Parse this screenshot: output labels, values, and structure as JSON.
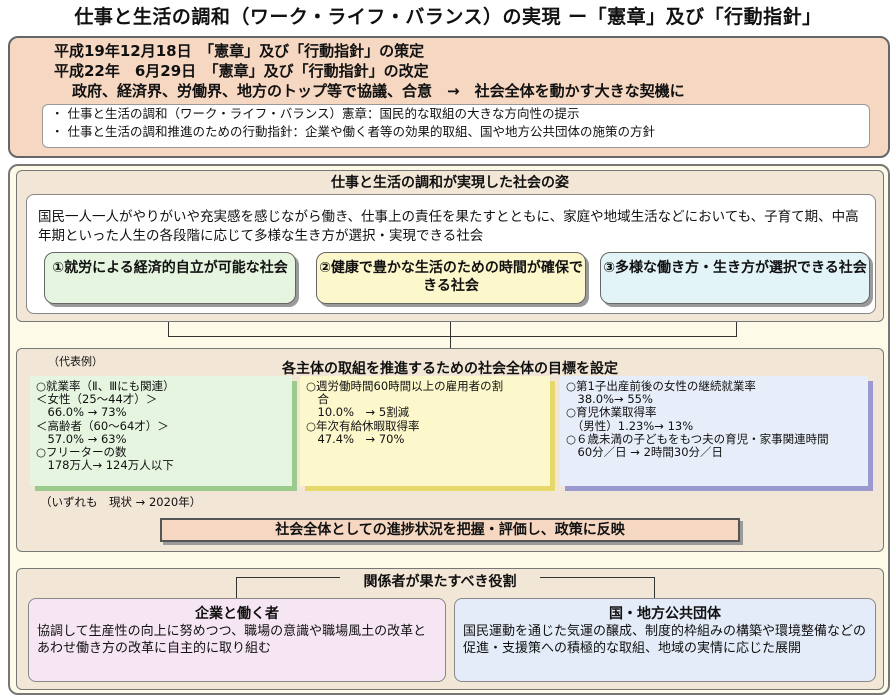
{
  "title": "仕事と生活の調和（ワーク・ライフ・バランス）の実現 ー「憲章」及び「行動指針」",
  "header": {
    "line1": "平成19年12月18日　「憲章」及び「行動指針」の策定",
    "line2": "平成22年　6月29日　「憲章」及び「行動指針」の改定",
    "line3": "政府、経済界、労働界、地方のトップ等で協議、合意　→　社会全体を動かす大きな契機に",
    "notes": [
      "・ 仕事と生活の調和（ワーク・ライフ・バランス）憲章：国民的な取組の大きな方向性の提示",
      "・ 仕事と生活の調和推進のための行動指針：企業や働く者等の効果的取組、国や地方公共団体の施策の方針"
    ]
  },
  "vision": {
    "heading": "仕事と生活の調和が実現した社会の姿",
    "description": "国民一人一人がやりがいや充実感を感じながら働き、仕事上の責任を果たすとともに、家庭や地域生活などにおいても、子育て期、中高年期といった人生の各段階に応じて多様な生き方が選択・実現できる社会",
    "pillars": [
      {
        "label": "①就労による経済的自立が可能な社会",
        "color": "#e6f5e0"
      },
      {
        "label": "②健康で豊かな生活のための時間が確保できる社会",
        "color": "#fdf7cc"
      },
      {
        "label": "③多様な働き方・生き方が選択できる社会",
        "color": "#e3f4f8"
      }
    ]
  },
  "goals": {
    "heading": "各主体の取組を推進するための社会全体の目標を設定",
    "examples_label": "（代表例）",
    "footnote": "（いずれも　現状 → 2020年）",
    "columns": [
      {
        "text": "○就業率（Ⅱ、Ⅲにも関連）\n＜女性（25～44才）＞\n　66.0% → 73%\n＜高齢者（60～64才）＞\n　57.0% → 63%\n○フリーターの数\n　178万人→ 124万人以下",
        "color": "#e6f5e0",
        "shadow": "#9acb8c"
      },
      {
        "text": "○週労働時間60時間以上の雇用者の割\n　合\n　10.0%　→ 5割減\n○年次有給休暇取得率\n　47.4%　→ 70%",
        "color": "#fdf7cc",
        "shadow": "#e6d86a"
      },
      {
        "text": "○第1子出産前後の女性の継続就業率\n　38.0%→ 55%\n○育児休業取得率\n　（男性）1.23%→ 13%\n○６歳未満の子どもをもつ夫の育児・家事関連時間\n　60分／日 → 2時間30分／日",
        "color": "#e8eef9",
        "shadow": "#9a9ad0"
      }
    ]
  },
  "progress": "社会全体としての進捗状況を把握・評価し、政策に反映",
  "roles": {
    "heading": "関係者が果たすべき役割",
    "items": [
      {
        "title": "企業と働く者",
        "text": "協調して生産性の向上に努めつつ、職場の意識や職場風土の改革とあわせ働き方の改革に自主的に取り組む",
        "color": "#f6e6f3"
      },
      {
        "title": "国・地方公共団体",
        "text": "国民運動を通じた気運の醸成、制度的枠組みの構築や環境整備などの促進・支援策への積極的な取組、地域の実情に応じた展開",
        "color": "#e3ecf8"
      }
    ]
  }
}
